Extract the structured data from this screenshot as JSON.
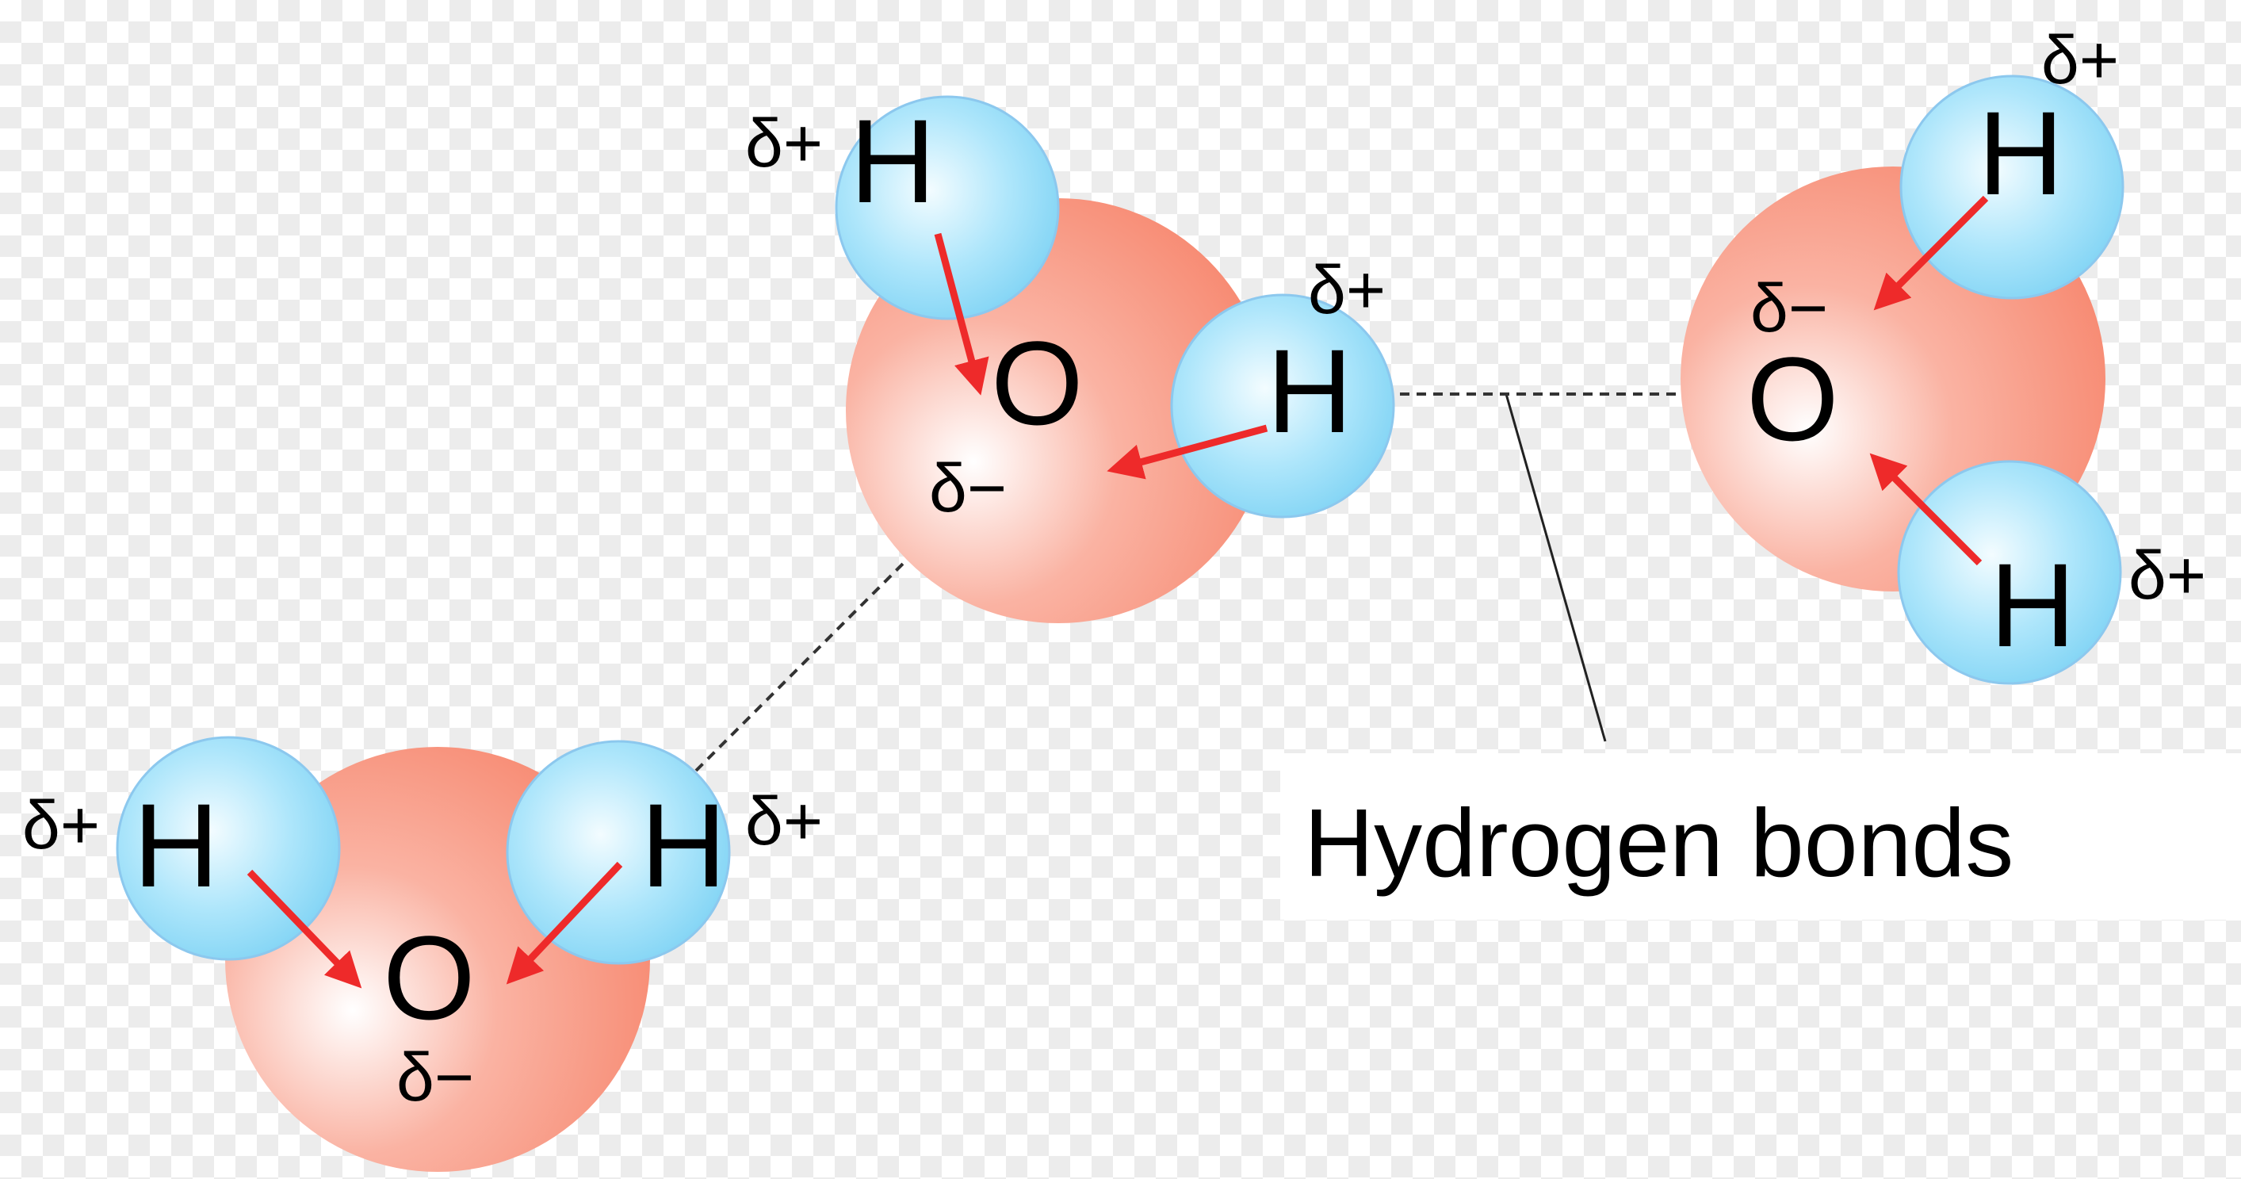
{
  "labels": {
    "oxygen": "O",
    "hydrogen": "H",
    "delta_plus": "δ+",
    "delta_minus": "δ−",
    "caption": "Hydrogen bonds"
  },
  "colors": {
    "oxygen": "#f78a72",
    "hydrogen": "#85d8f7",
    "arrow": "#ee2a2a",
    "bond_line": "#333333"
  }
}
